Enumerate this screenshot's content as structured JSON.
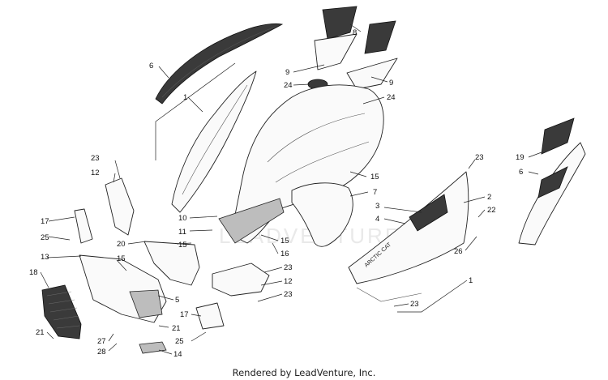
{
  "watermark": "LEADVENTURE",
  "footer": "Rendered by LeadVenture, Inc.",
  "callouts": {
    "c1a": "1",
    "c1b": "1",
    "c2": "2",
    "c3": "3",
    "c4": "4",
    "c5": "5",
    "c6a": "6",
    "c6b": "6",
    "c7": "7",
    "c8": "8",
    "c9a": "9",
    "c9b": "9",
    "c10": "10",
    "c11": "11",
    "c12a": "12",
    "c12b": "12",
    "c13": "13",
    "c14": "14",
    "c15a": "15",
    "c15b": "15",
    "c15c": "15",
    "c15d": "15",
    "c16": "16",
    "c17a": "17",
    "c17b": "17",
    "c18": "18",
    "c19": "19",
    "c20": "20",
    "c21a": "21",
    "c21b": "21",
    "c22": "22",
    "c23a": "23",
    "c23b": "23",
    "c23c": "23",
    "c23d": "23",
    "c23e": "23",
    "c24a": "24",
    "c24b": "24",
    "c25a": "25",
    "c25b": "25",
    "c26": "26",
    "c27": "27",
    "c28": "28"
  },
  "decal_text": "ARCTIC CAT"
}
